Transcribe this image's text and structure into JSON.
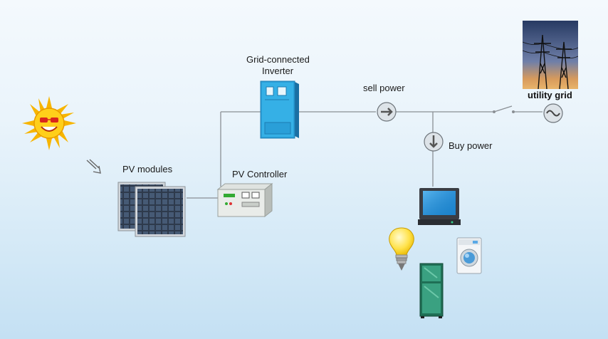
{
  "labels": {
    "inverter_line1": "Grid-connected",
    "inverter_line2": "Inverter",
    "sell_power": "sell power",
    "utility_grid": "utility grid",
    "buy_power": "Buy power",
    "pv_modules": "PV modules",
    "pv_controller": "PV Controller"
  },
  "icons": {
    "sun": "sun-icon",
    "sunlight_arrow": "sunlight-arrow-icon",
    "pv_panels": "solar-panel-icon",
    "controller": "pv-controller-icon",
    "inverter": "inverter-icon",
    "sell_meter": "sell-power-arrow-icon",
    "buy_meter": "buy-power-arrow-icon",
    "grid_source": "ac-source-icon",
    "pylons": "power-pylon-icon",
    "switch": "switch-icon",
    "tv": "tv-icon",
    "bulb": "light-bulb-icon",
    "washer": "washing-machine-icon",
    "fridge": "refrigerator-icon"
  },
  "colors": {
    "wire": "#8a8f94",
    "inverter": "#2a9fd8",
    "sun": "#f7b500",
    "background": "#e3f0f9"
  }
}
